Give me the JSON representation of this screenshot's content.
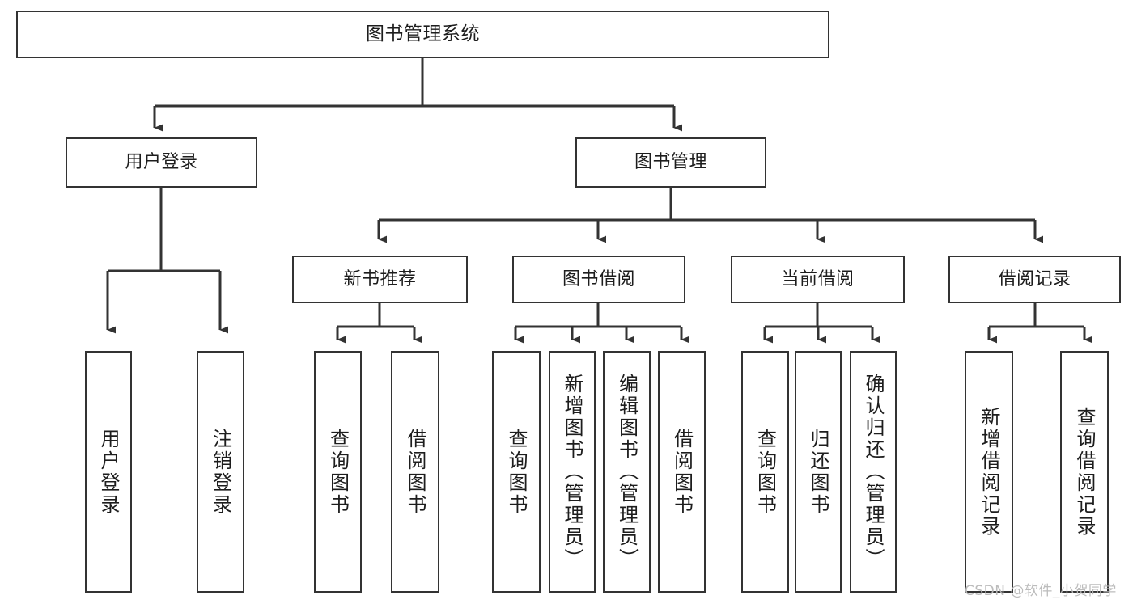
{
  "diagram": {
    "title": "图书管理系统",
    "type": "tree-hierarchy-diagram",
    "watermark": "CSDN @软件_小贺同学",
    "colors": {
      "box_border": "#333333",
      "box_fill": "#ffffff",
      "connector": "#333333",
      "text": "#1d1d1a",
      "watermark": "#b9b9b9",
      "background": "#ffffff"
    },
    "root": {
      "label": "图书管理系统"
    },
    "level2": [
      {
        "label": "用户登录"
      },
      {
        "label": "图书管理"
      }
    ],
    "level3": [
      {
        "label": "新书推荐"
      },
      {
        "label": "图书借阅"
      },
      {
        "label": "当前借阅"
      },
      {
        "label": "借阅记录"
      }
    ],
    "leaves": {
      "user_login": [
        {
          "label": "用户登录"
        },
        {
          "label": "注销登录"
        }
      ],
      "new_book_recommend": [
        {
          "label": "查询图书"
        },
        {
          "label": "借阅图书"
        }
      ],
      "book_borrow": [
        {
          "label": "查询图书"
        },
        {
          "label": "新增图书（管理员）"
        },
        {
          "label": "编辑图书（管理员）"
        },
        {
          "label": "借阅图书"
        }
      ],
      "current_borrow": [
        {
          "label": "查询图书"
        },
        {
          "label": "归还图书"
        },
        {
          "label": "确认归还（管理员）"
        }
      ],
      "borrow_record": [
        {
          "label": "新增借阅记录"
        },
        {
          "label": "查询借阅记录"
        }
      ]
    }
  }
}
